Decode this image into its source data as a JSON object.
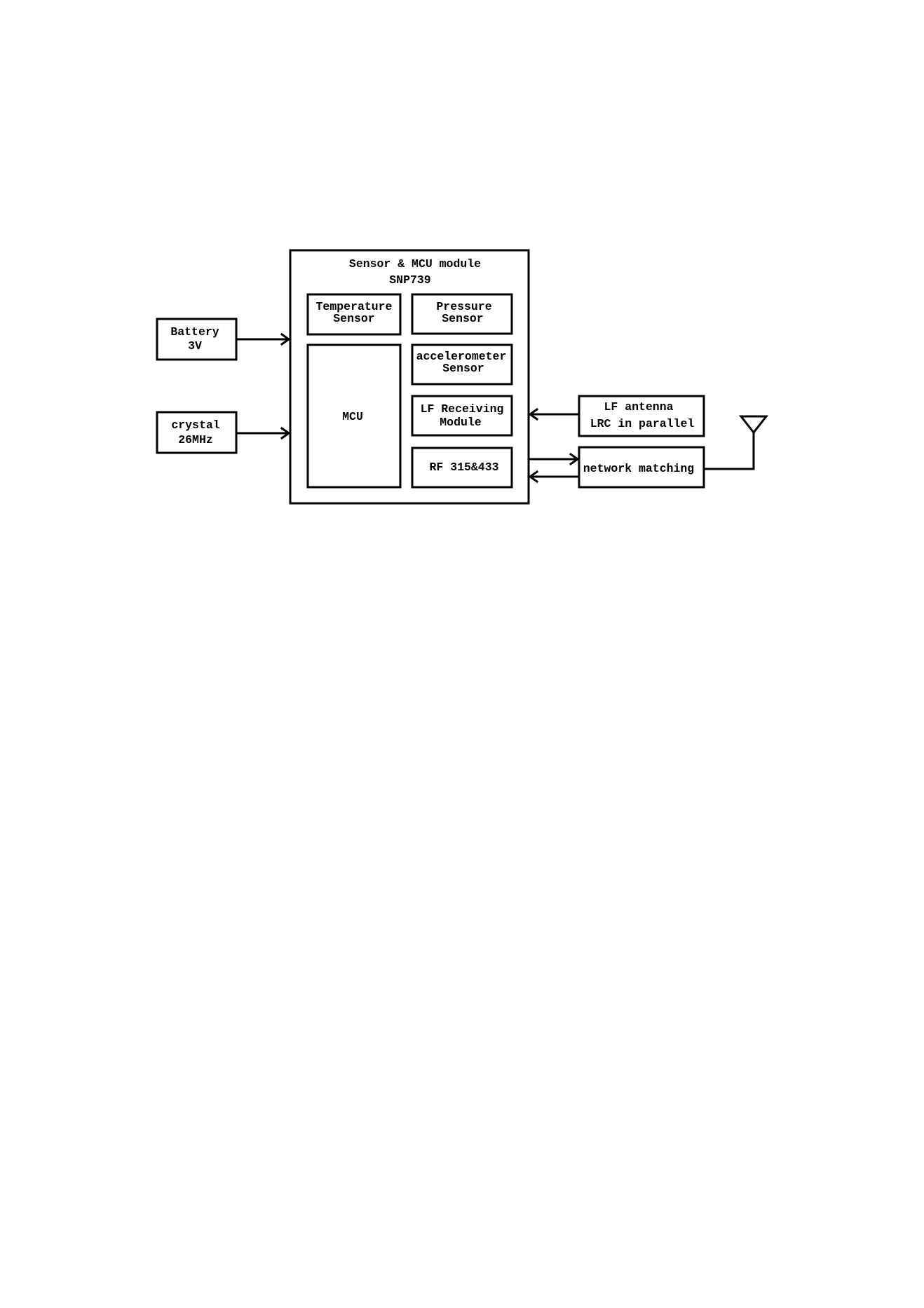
{
  "diagram": {
    "module": {
      "title": "Sensor & MCU module",
      "part": "SNP739"
    },
    "blocks": {
      "temperature": [
        "Temperature",
        "Sensor"
      ],
      "pressure": [
        "Pressure",
        "Sensor"
      ],
      "accelerometer": [
        "accelerometer",
        "Sensor"
      ],
      "lf_receiving": [
        "LF Receiving",
        "Module"
      ],
      "rf": "RF 315&433",
      "mcu": "MCU"
    },
    "inputs": {
      "battery": [
        "Battery",
        "3V"
      ],
      "crystal": [
        "crystal",
        "26MHz"
      ]
    },
    "external": {
      "lf_antenna": [
        "LF antenna",
        "LRC in parallel"
      ],
      "network_matching": "network matching"
    },
    "icons": [
      "antenna-icon",
      "arrow-icon"
    ],
    "colors": {
      "line": "#000000",
      "background": "#ffffff"
    }
  }
}
